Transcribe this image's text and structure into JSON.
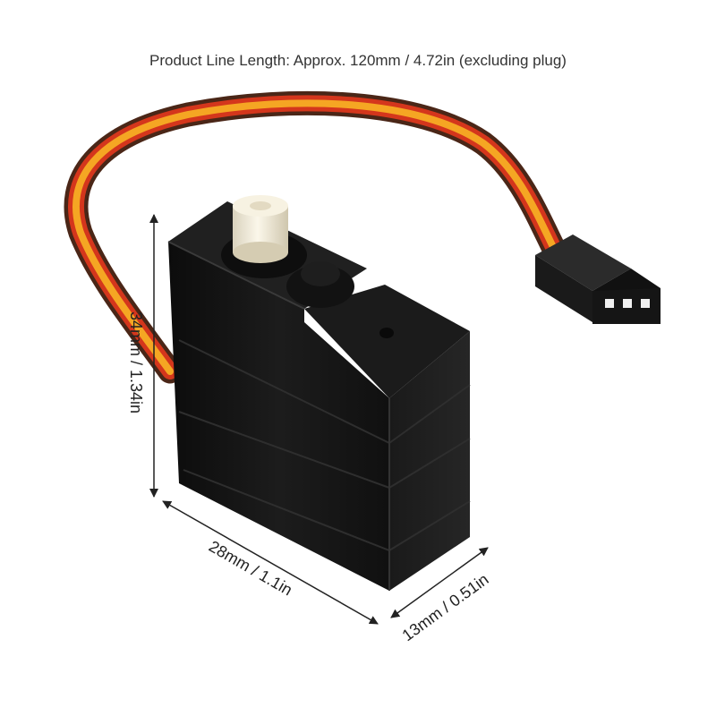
{
  "caption": "Product Line Length: Approx. 120mm / 4.72in (excluding plug)",
  "dimensions": {
    "height": "34mm / 1.34in",
    "width": "28mm / 1.1in",
    "depth": "13mm / 0.51in"
  },
  "colors": {
    "servo_body": "#141414",
    "wire_orange": "#f5a623",
    "wire_red": "#d4361c",
    "wire_brown": "#4a2617",
    "output_shaft": "#f3eddc",
    "dimension_line": "#222222"
  }
}
